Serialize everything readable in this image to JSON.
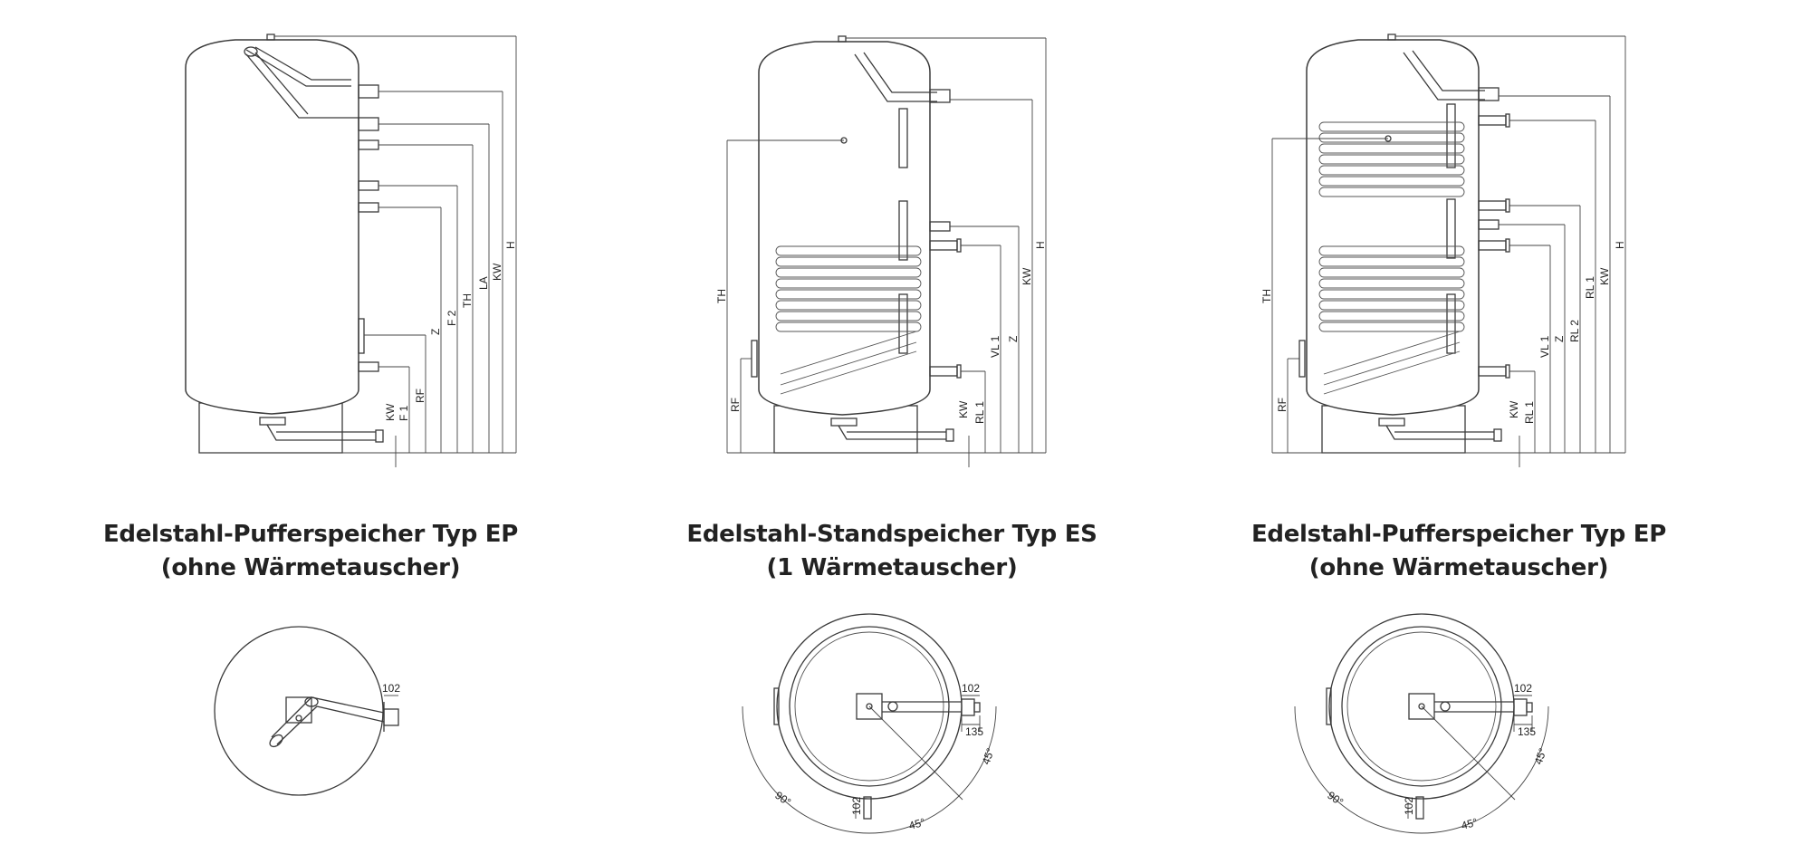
{
  "products": [
    {
      "title": "Edelstahl-Pufferspeicher Typ EP",
      "subtitle": "(ohne Wärmetauscher)",
      "side_labels": [
        "KW",
        "F 1",
        "RF",
        "Z",
        "F 2",
        "TH",
        "LA",
        "KW",
        "H"
      ],
      "top_labels": [
        "102"
      ]
    },
    {
      "title": "Edelstahl-Standspeicher Typ ES",
      "subtitle": "(1 Wärmetauscher)",
      "side_labels": [
        "TH",
        "RF",
        "KW",
        "RL 1",
        "VL 1",
        "Z",
        "KW",
        "H"
      ],
      "top_labels": [
        "102",
        "135",
        "45°",
        "90°",
        "102",
        "45°"
      ]
    },
    {
      "title": "Edelstahl-Pufferspeicher Typ EP",
      "subtitle": "(ohne Wärmetauscher)",
      "side_labels": [
        "TH",
        "RF",
        "KW",
        "RL 1",
        "VL 1",
        "RL 2",
        "Z",
        "RL 1",
        "KW",
        "H"
      ],
      "top_labels": [
        "102",
        "135",
        "45°",
        "90°",
        "102",
        "45°"
      ]
    }
  ]
}
